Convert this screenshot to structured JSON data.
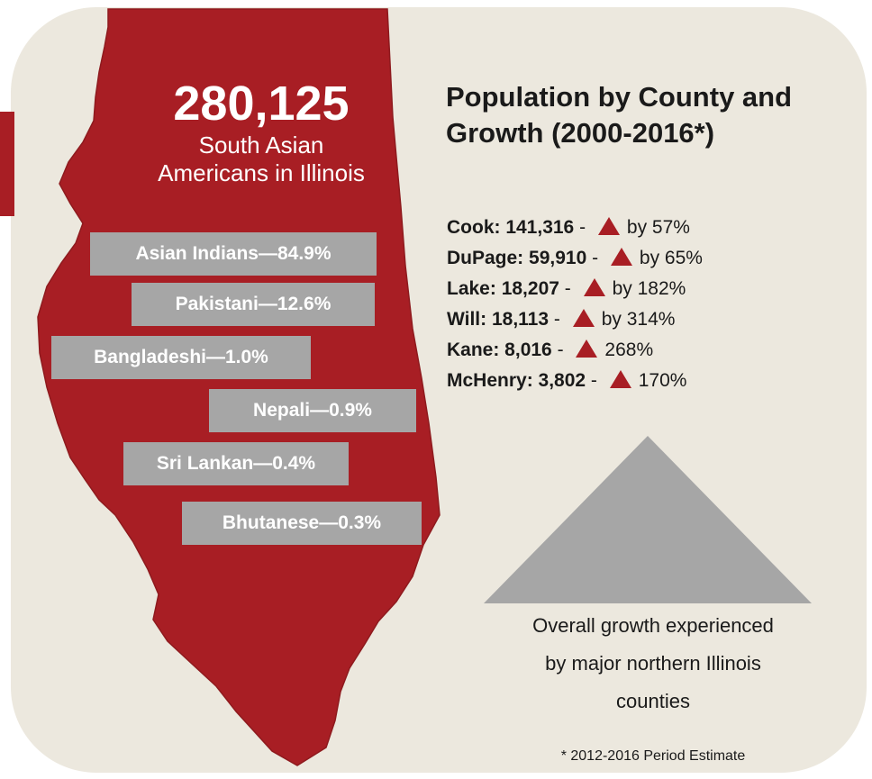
{
  "headline": {
    "number": "280,125",
    "subtitle_line1": "South Asian",
    "subtitle_line2": "Americans in Illinois"
  },
  "groups": [
    {
      "label": "Asian Indians—84.9%",
      "percent": 84.9
    },
    {
      "label": "Pakistani—12.6%",
      "percent": 12.6
    },
    {
      "label": "Bangladeshi—1.0%",
      "percent": 1.0
    },
    {
      "label": "Nepali—0.9%",
      "percent": 0.9
    },
    {
      "label": "Sri Lankan—0.4%",
      "percent": 0.4
    },
    {
      "label": "Bhutanese—0.3%",
      "percent": 0.3
    }
  ],
  "section": {
    "title_line1": "Population by County and",
    "title_line2": "Growth (2000-2016*)"
  },
  "counties": [
    {
      "name": "Cook: 141,316",
      "sep": " - ",
      "growth": "by 57%"
    },
    {
      "name": "DuPage: 59,910",
      "sep": " - ",
      "growth": "by 65%"
    },
    {
      "name": "Lake: 18,207",
      "sep": " - ",
      "growth": "by 182%"
    },
    {
      "name": "Will: 18,113",
      "sep": " - ",
      "growth": "by 314%"
    },
    {
      "name": "Kane: 8,016",
      "sep": " - ",
      "growth": "268%"
    },
    {
      "name": "McHenry: 3,802",
      "sep": " - ",
      "growth": "170%"
    }
  ],
  "growth_caption": {
    "line1": "Overall growth experienced",
    "line2": "by major northern Illinois",
    "line3": "counties"
  },
  "footnote": "* 2012-2016 Period Estimate",
  "icons": {
    "growth_marker": "up-triangle-icon",
    "overall_growth": "large-triangle-icon"
  },
  "colors": {
    "background_panel": "#ece8de",
    "state_fill": "#a81e24",
    "label_box": "#a6a6a6",
    "growth_marker": "#a81e24",
    "large_triangle": "#a6a6a6",
    "text": "#1a1a1a"
  }
}
